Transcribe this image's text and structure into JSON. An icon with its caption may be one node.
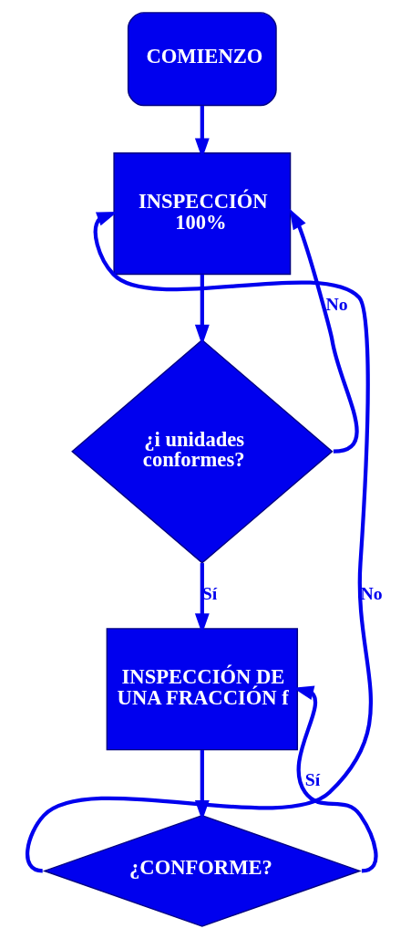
{
  "diagram": {
    "nodes": [
      {
        "text": [
          "COMIENZO"
        ]
      },
      {
        "text": [
          "INSPECCIÓN 100%"
        ]
      },
      {
        "text": [
          "¿i unidades conformes?"
        ]
      },
      {
        "text": [
          "INSPECCIÓN DE UNA FRACCIÓN f"
        ]
      },
      {
        "text": [
          "¿CONFORME?"
        ]
      }
    ],
    "edges": [
      {
        "from": 0,
        "to": 1,
        "arrow": "to"
      },
      {
        "from": 1,
        "to": 2,
        "arrow": "to"
      },
      {
        "from": 2,
        "to": 1,
        "arrow": "to",
        "label": "No"
      },
      {
        "from": 2,
        "to": 3,
        "arrow": "to",
        "label": "Sí"
      },
      {
        "from": 3,
        "to": 4,
        "arrow": "to"
      },
      {
        "from": 4,
        "to": 1,
        "arrow": "to",
        "label": "No"
      },
      {
        "from": 4,
        "to": 3,
        "arrow": "to",
        "label": "Sí"
      }
    ]
  }
}
